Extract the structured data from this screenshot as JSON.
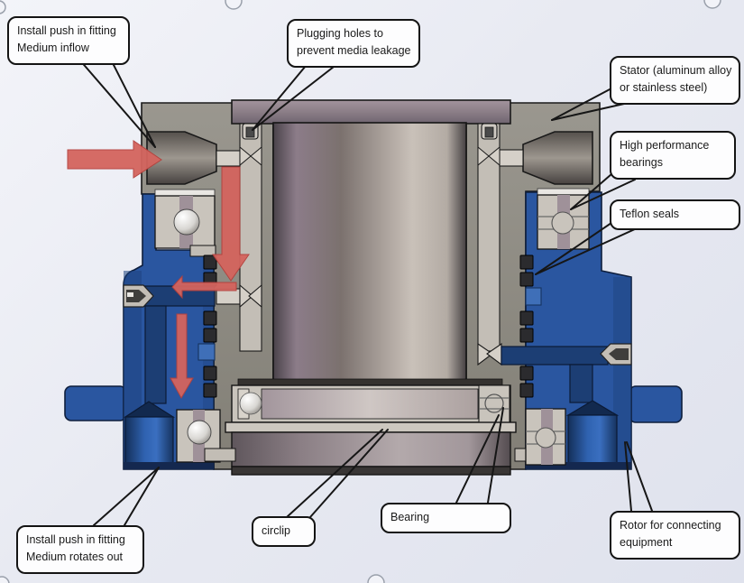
{
  "diagram": {
    "kind": "cad-cross-section-annotated",
    "callouts": [
      {
        "id": "medium-inflow",
        "lines": [
          "Install push in fitting",
          "Medium inflow"
        ]
      },
      {
        "id": "plugging-holes",
        "lines": [
          "Plugging holes to",
          "prevent media leakage"
        ]
      },
      {
        "id": "stator",
        "lines": [
          "Stator (aluminum alloy",
          "or stainless steel)"
        ]
      },
      {
        "id": "bearings",
        "lines": [
          "High performance",
          "bearings"
        ]
      },
      {
        "id": "teflon-seals",
        "lines": [
          "Teflon seals"
        ]
      },
      {
        "id": "medium-out",
        "lines": [
          "Install push in fitting",
          "Medium rotates out"
        ]
      },
      {
        "id": "circlip",
        "lines": [
          "circlip"
        ]
      },
      {
        "id": "bearing",
        "lines": [
          "Bearing"
        ]
      },
      {
        "id": "rotor",
        "lines": [
          "Rotor for connecting",
          "equipment"
        ]
      }
    ],
    "flow_arrows": [
      {
        "id": "inflow-arrow",
        "direction": "right"
      },
      {
        "id": "main-down-arrow",
        "direction": "down"
      },
      {
        "id": "cross-drill-arrow",
        "direction": "left"
      },
      {
        "id": "outlet-down-arrow",
        "direction": "down"
      }
    ],
    "colors": {
      "rotor_blue": "#2a56a0",
      "rotor_blue_dark": "#1c3e74",
      "stator_gray": "#8e8b84",
      "flange_gray": "#8b7e87",
      "bore_highlight": "#c9c1b9",
      "bearing_gray": "#c9c4bc",
      "seal_dark": "#2b2b2e",
      "arrow_red": "#d4645e",
      "callout_bg": "#fdfdfe",
      "callout_border": "#141414",
      "background": "#e8eaf2"
    }
  }
}
